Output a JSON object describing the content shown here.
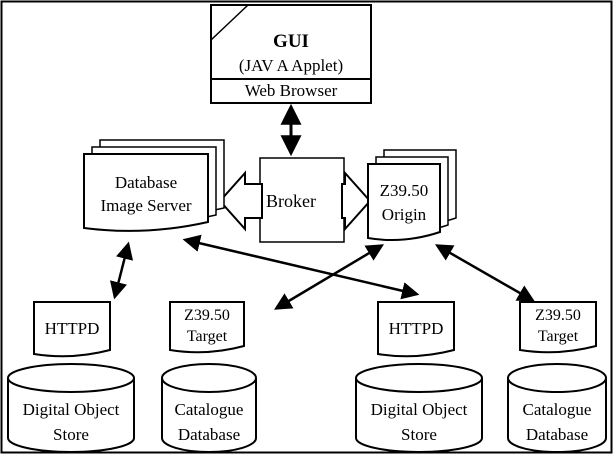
{
  "gui": {
    "title": "GUI",
    "subtitle": "(JAV A Applet)",
    "browser_label": "Web Browser"
  },
  "broker": {
    "label": "Broker"
  },
  "db_image_server": {
    "line1": "Database",
    "line2": "Image Server"
  },
  "origin": {
    "line1": "Z39.50",
    "line2": "Origin"
  },
  "httpd_left": {
    "label": "HTTPD"
  },
  "httpd_right": {
    "label": "HTTPD"
  },
  "target_left": {
    "line1": "Z39.50",
    "line2": "Target"
  },
  "target_right": {
    "line1": "Z39.50",
    "line2": "Target"
  },
  "store_left": {
    "line1": "Digital Object",
    "line2": "Store"
  },
  "store_right": {
    "line1": "Digital Object",
    "line2": "Store"
  },
  "catalogue_left": {
    "line1": "Catalogue",
    "line2": "Database"
  },
  "catalogue_right": {
    "line1": "Catalogue",
    "line2": "Database"
  }
}
